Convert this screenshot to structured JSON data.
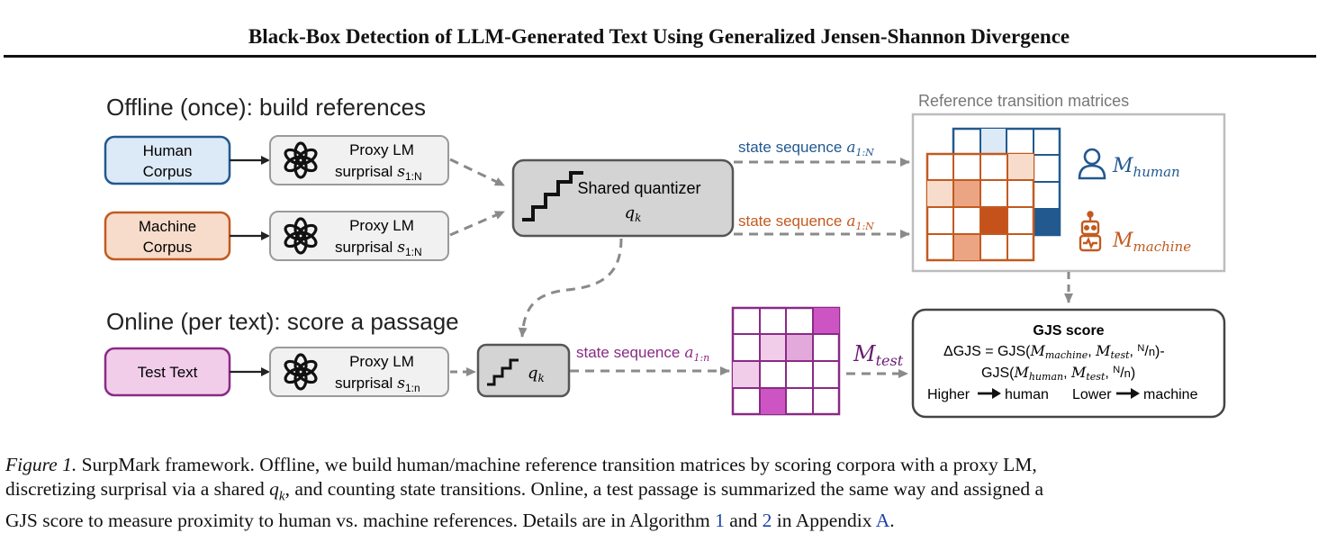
{
  "header": {
    "title": "Black-Box Detection of LLM-Generated Text Using Generalized Jensen-Shannon Divergence"
  },
  "diagram": {
    "offline_title": "Offline (once): build references",
    "online_title": "Online (per text): score a passage",
    "human_corpus": [
      "Human",
      "Corpus"
    ],
    "machine_corpus": [
      "Machine",
      "Corpus"
    ],
    "test_text": "Test Text",
    "proxy_line1": "Proxy LM",
    "proxy_line2": "surprisal",
    "sub_N": "1:N",
    "sub_n": "1:n",
    "s_var": "s",
    "a_var": "a",
    "quantizer_label": "Shared quantizer",
    "qk": "q",
    "k_sub": "k",
    "state_seq": "state sequence",
    "ref_title": "Reference transition matrices",
    "M": "M",
    "m_human_sub": "human",
    "m_machine_sub": "machine",
    "m_test_sub": "test",
    "gjs": {
      "title": "GJS score",
      "line1_prefix": "ΔGJS = GJS(",
      "line2_prefix": "GJS(",
      "N": "N",
      "n": "n",
      "higher": "Higher",
      "human": "human",
      "lower": "Lower",
      "machine": "machine"
    },
    "colors": {
      "human_blue": "#22598f",
      "human_fill": "#dce9f6",
      "machine_orange": "#c25a20",
      "machine_fill": "#f8dccb",
      "machine_dark": "#c4521a",
      "machine_mid": "#eca582",
      "test_purple": "#8a2a86",
      "test_fill": "#f2cdea",
      "test_dark": "#cd55c3",
      "test_mid": "#e4a9db",
      "quantizer_fill": "#d4d4d4",
      "proxy_fill": "#f1f1f1"
    },
    "icons": [
      "openai-logo-icon",
      "staircase-icon",
      "person-icon",
      "robot-icon",
      "right-arrow-icon"
    ]
  },
  "caption": {
    "label": "Figure 1.",
    "part1": " SurpMark framework. Offline, we build human/machine reference transition matrices by scoring corpora with a proxy LM,",
    "part2a": "discretizing surprisal via a shared ",
    "q": "q",
    "k": "k",
    "part2b": ", and counting state transitions. Online, a test passage is summarized the same way and assigned a",
    "part3a": "GJS score to measure proximity to human vs. machine references. Details are in Algorithm ",
    "ref1": "1",
    "and": " and ",
    "ref2": "2",
    "part3b": " in Appendix ",
    "refA": "A",
    "end": "."
  }
}
